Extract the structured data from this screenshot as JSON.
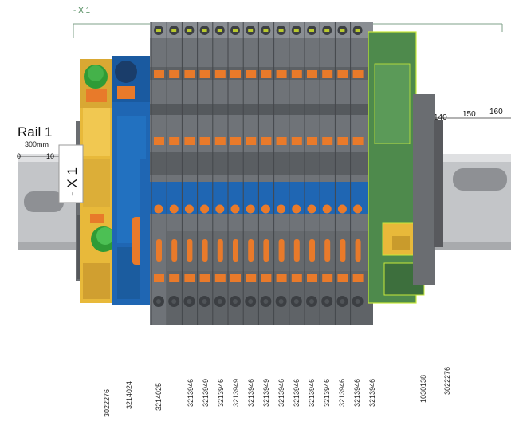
{
  "designation": {
    "group_label": "- X 1",
    "marker_label": "- X 1"
  },
  "rail": {
    "name": "Rail 1",
    "length": "300mm",
    "ruler_labels_left": [
      "0",
      "10"
    ],
    "ruler_labels_right": [
      "140",
      "150",
      "160"
    ]
  },
  "article_numbers": [
    "3022276",
    "3214024",
    "3214025",
    "3213946",
    "3213949",
    "3213946",
    "3213949",
    "3213946",
    "3213949",
    "3213946",
    "3213946",
    "3213946",
    "3213946",
    "3213946",
    "3213946",
    "3213946",
    "1030138",
    "3022276"
  ],
  "colors": {
    "yellow_block": "#e8b93a",
    "blue_block": "#1f66b3",
    "gray_block": "#6f7378",
    "dark_gray": "#4a4d52",
    "orange_part": "#e97a2a",
    "green_module": "#4e8a4c",
    "green_outline": "#c8e83a",
    "rail_metal": "#c9cbce",
    "rail_dark": "#9a9ca0",
    "bracket_green": "#7fa08a"
  }
}
